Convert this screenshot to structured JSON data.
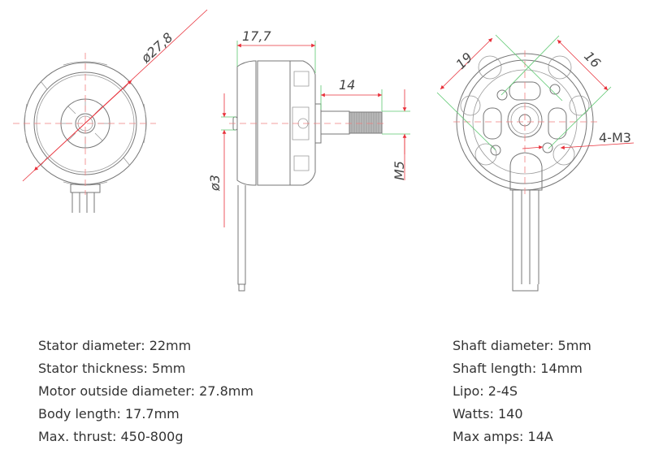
{
  "dimensions": {
    "outer_diameter": "ø27,8",
    "body_length": "17,7",
    "shaft_length": "14",
    "wire_hole": "ø3",
    "thread": "M5",
    "mount_spacing_a": "19",
    "mount_spacing_b": "16",
    "mount_holes": "4-M3"
  },
  "specs_left": [
    "Stator diameter: 22mm",
    "Stator thickness: 5mm",
    "Motor outside diameter: 27.8mm",
    "Body length: 17.7mm",
    "Max. thrust: 450-800g"
  ],
  "specs_right": [
    "Shaft diameter: 5mm",
    "Shaft length: 14mm",
    "Lipo: 2-4S",
    "Watts: 140",
    "Max amps: 14A"
  ]
}
